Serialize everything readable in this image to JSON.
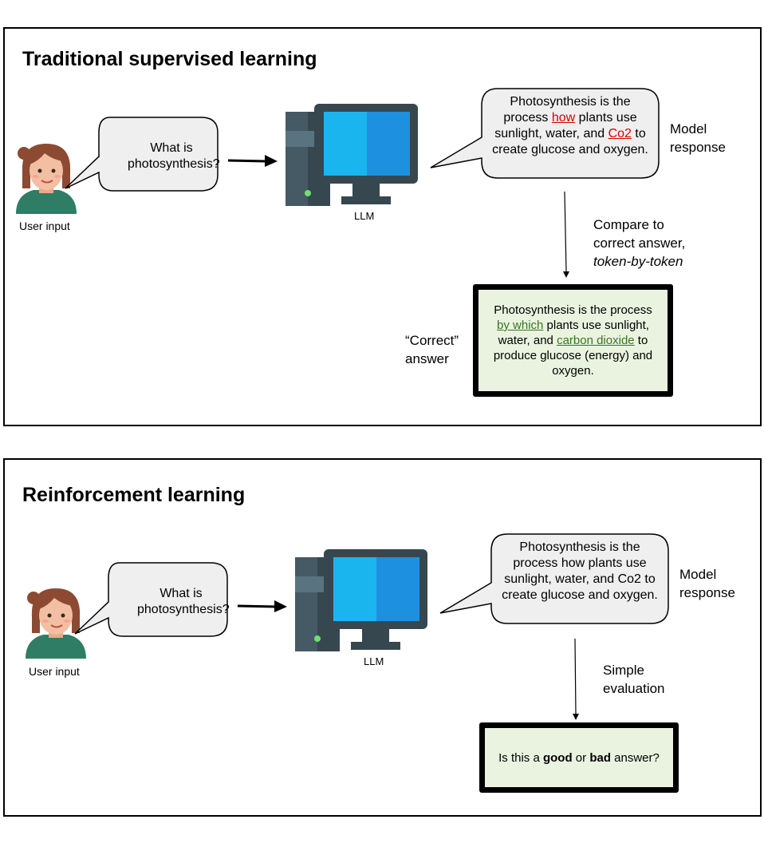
{
  "sft": {
    "title": "Traditional supervised learning",
    "user_prompt": "What is photosynthesis?",
    "user_label": "User input",
    "llm_label": "LLM",
    "response_parts": [
      "Photosynthesis is the process ",
      "how",
      " plants use sunlight, water, and ",
      "Co2",
      " to create glucose and oxygen."
    ],
    "model_response_label": "Model response",
    "compare_label_1": "Compare to",
    "compare_label_2": "correct answer,",
    "compare_label_3": "token-by-token",
    "correct_label_1": "“Correct”",
    "correct_label_2": "answer",
    "correct_parts": [
      "Photosynthesis is the process ",
      "by which",
      " plants use sunlight, water, and ",
      "carbon dioxide",
      " to produce glucose (energy) and oxygen."
    ]
  },
  "rl": {
    "title": "Reinforcement learning",
    "user_prompt": "What is photosynthesis?",
    "user_label": "User input",
    "llm_label": "LLM",
    "response": "Photosynthesis is the process how plants use sunlight, water, and Co2 to create glucose and oxygen.",
    "model_response_label": "Model response",
    "eval_label_1": "Simple",
    "eval_label_2": "evaluation",
    "eval_parts": [
      "Is this a ",
      "good",
      " or ",
      "bad",
      " answer?"
    ]
  },
  "icons": [
    "user-avatar-icon",
    "computer-icon"
  ],
  "colors": {
    "bad_token": "#d60000",
    "good_token": "#38761d",
    "answer_fill": "#eaf3e0",
    "bubble_fill": "#efefef",
    "screen_left": "#1ab5ee",
    "screen_right": "#1e90e0",
    "tower": "#37474f"
  }
}
